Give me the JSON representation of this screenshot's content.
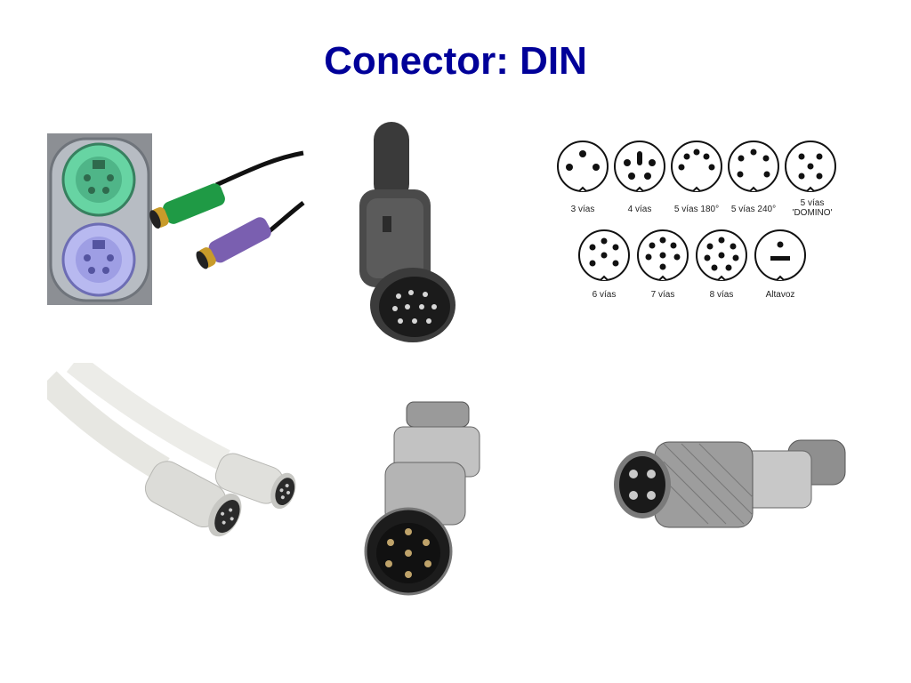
{
  "slide": {
    "title": "Conector: DIN",
    "title_color": "#000099"
  },
  "pin_diagrams": [
    {
      "label": "3 vías"
    },
    {
      "label": "4 vías"
    },
    {
      "label": "5 vías 180°"
    },
    {
      "label": "5 vías 240°"
    },
    {
      "label": "5 vías",
      "label2": "'DOMINO'"
    },
    {
      "label": "6 vías"
    },
    {
      "label": "7 vías"
    },
    {
      "label": "8 vías"
    },
    {
      "label": "Altavoz"
    }
  ]
}
